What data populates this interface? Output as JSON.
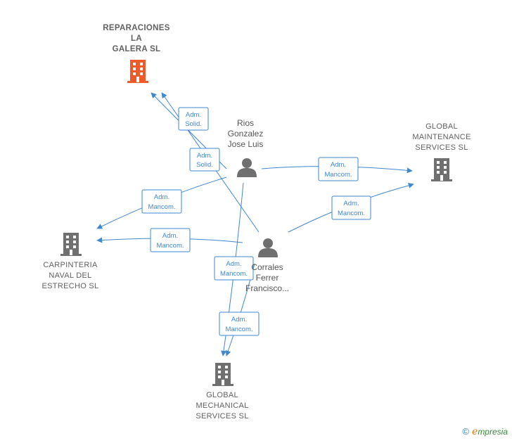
{
  "companies": {
    "reparaciones": {
      "lines": [
        "REPARACIONES",
        "LA",
        "GALERA SL"
      ],
      "color": "#f05a28"
    },
    "global_maintenance": {
      "lines": [
        "GLOBAL",
        "MAINTENANCE",
        "SERVICES SL"
      ],
      "color": "#707070"
    },
    "carpinteria": {
      "lines": [
        "CARPINTERIA",
        "NAVAL DEL",
        "ESTRECHO SL"
      ],
      "color": "#707070"
    },
    "global_mechanical": {
      "lines": [
        "GLOBAL",
        "MECHANICAL",
        "SERVICES SL"
      ],
      "color": "#707070"
    }
  },
  "persons": {
    "rios": {
      "lines": [
        "Rios",
        "Gonzalez",
        "Jose Luis"
      ]
    },
    "corrales": {
      "lines": [
        "Corrales",
        "Ferrer",
        "Francisco..."
      ]
    }
  },
  "relations": [
    {
      "id": "rel-1",
      "lines": [
        "Adm.",
        "Solid."
      ]
    },
    {
      "id": "rel-2",
      "lines": [
        "Adm.",
        "Solid."
      ]
    },
    {
      "id": "rel-3",
      "lines": [
        "Adm.",
        "Mancom."
      ]
    },
    {
      "id": "rel-4",
      "lines": [
        "Adm.",
        "Mancom."
      ]
    },
    {
      "id": "rel-5",
      "lines": [
        "Adm.",
        "Mancom."
      ]
    },
    {
      "id": "rel-6",
      "lines": [
        "Adm.",
        "Mancom."
      ]
    },
    {
      "id": "rel-7",
      "lines": [
        "Adm.",
        "Mancom."
      ]
    },
    {
      "id": "rel-8",
      "lines": [
        "Adm.",
        "Mancom."
      ]
    }
  ],
  "colors": {
    "edge": "#3d87d4",
    "label_border": "#3d87d4",
    "label_text": "#3d87d4"
  },
  "footer": {
    "copyright": "©",
    "brand_initial": "e",
    "brand_rest": "mpresia"
  }
}
